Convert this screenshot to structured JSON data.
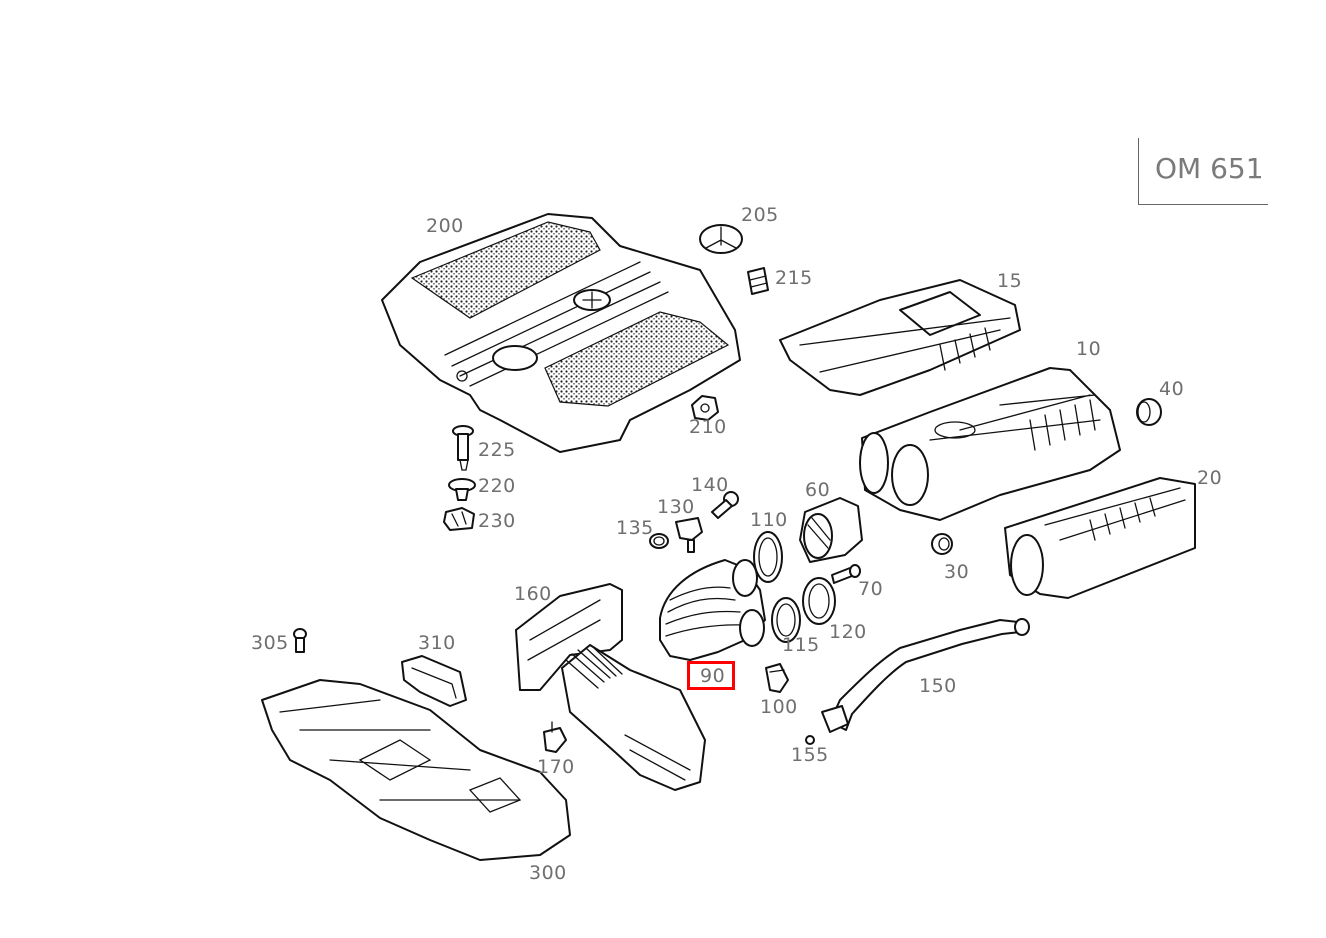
{
  "engine_code": "OM 651",
  "highlight_part": "90",
  "highlight_color": "#ff0000",
  "labels": {
    "p200": "200",
    "p205": "205",
    "p215": "215",
    "p15": "15",
    "p10": "10",
    "p40": "40",
    "p210": "210",
    "p225": "225",
    "p220": "220",
    "p230": "230",
    "p140": "140",
    "p130": "130",
    "p135": "135",
    "p60": "60",
    "p110": "110",
    "p20": "20",
    "p30": "30",
    "p70": "70",
    "p160": "160",
    "p305": "305",
    "p310": "310",
    "p115": "115",
    "p120": "120",
    "p90": "90",
    "p100": "100",
    "p150": "150",
    "p170": "170",
    "p155": "155",
    "p300": "300"
  }
}
